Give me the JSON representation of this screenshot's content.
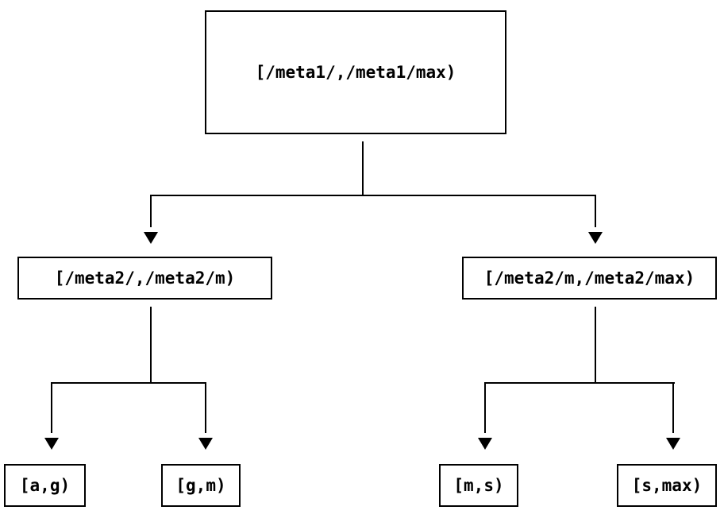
{
  "diagram": {
    "type": "tree",
    "nodes": {
      "root": {
        "label": "[/meta1/,/meta1/max)"
      },
      "left": {
        "label": "[/meta2/,/meta2/m)"
      },
      "right": {
        "label": "[/meta2/m,/meta2/max)"
      },
      "leaf_ag": {
        "label": "[a,g)"
      },
      "leaf_gm": {
        "label": "[g,m)"
      },
      "leaf_ms": {
        "label": "[m,s)"
      },
      "leaf_smax": {
        "label": "[s,max)"
      }
    },
    "edges": [
      {
        "from": "root",
        "to": "left"
      },
      {
        "from": "root",
        "to": "right"
      },
      {
        "from": "left",
        "to": "leaf_ag"
      },
      {
        "from": "left",
        "to": "leaf_gm"
      },
      {
        "from": "right",
        "to": "leaf_ms"
      },
      {
        "from": "right",
        "to": "leaf_smax"
      }
    ],
    "colors": {
      "line": "#000000",
      "box_fill": "#ffffff",
      "background": "#ffffff",
      "text": "#000000"
    }
  }
}
